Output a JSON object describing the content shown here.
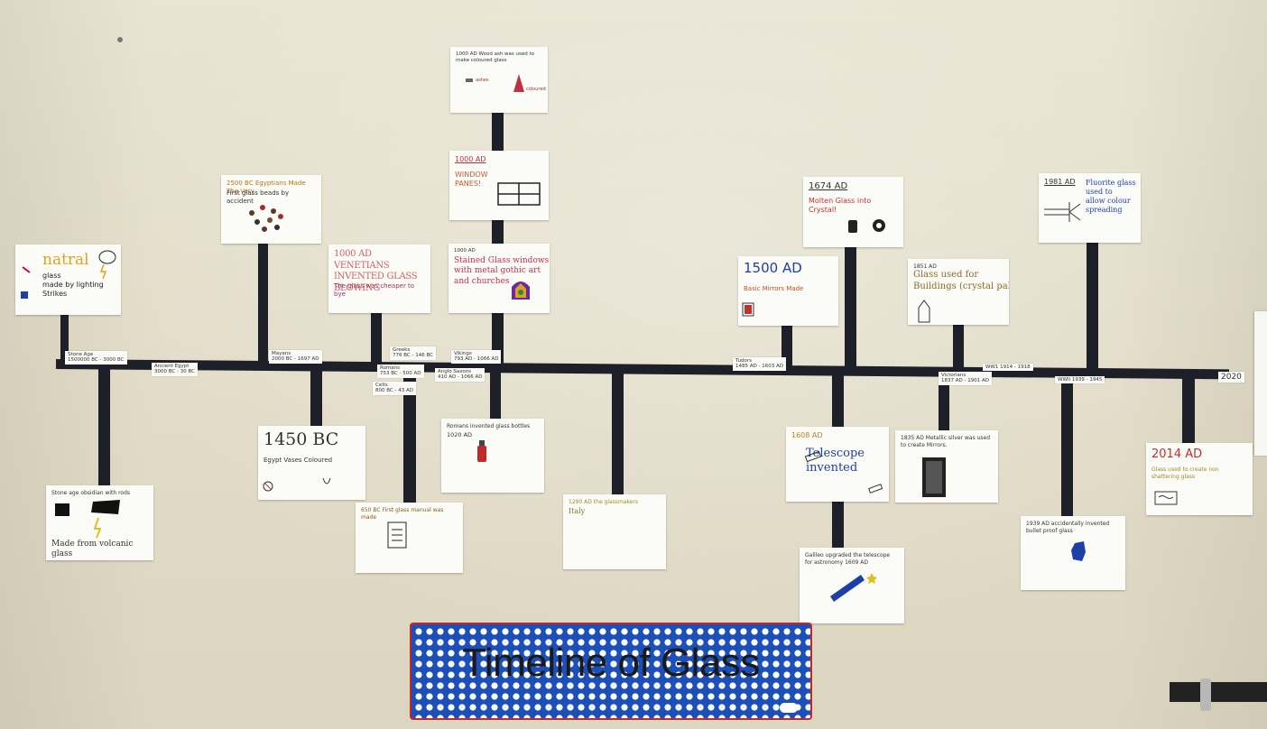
{
  "banner": {
    "title": "Timeline of Glass",
    "logo": ""
  },
  "end_label": "2020",
  "periods": [
    {
      "id": "stone-age",
      "text": "Stone Age\n1500000 BC - 3000 BC"
    },
    {
      "id": "ancient-egypt",
      "text": "Ancient Egypt\n3000 BC - 30 BC"
    },
    {
      "id": "mayans",
      "text": "Mayans\n2000 BC - 1697 AD"
    },
    {
      "id": "greeks",
      "text": "Greeks\n776 BC - 146 BC"
    },
    {
      "id": "romans",
      "text": "Romans\n753 BC - 500 AD"
    },
    {
      "id": "celts",
      "text": "Celts\n800 BC - 43 AD"
    },
    {
      "id": "vikings",
      "text": "Vikings\n793 AD - 1066 AD"
    },
    {
      "id": "anglo-saxons",
      "text": "Anglo Saxons\n410 AD - 1066 AD"
    },
    {
      "id": "tudors",
      "text": "Tudors\n1485 AD - 1603 AD"
    },
    {
      "id": "victorians",
      "text": "Victorians\n1837 AD - 1901 AD"
    },
    {
      "id": "ww1",
      "text": "WW1 1914 - 1918"
    },
    {
      "id": "ww2",
      "text": "WWII 1939 - 1945"
    }
  ],
  "cards": {
    "natural": {
      "title": "natral",
      "body": "glass\nmade by lighting\nStrikes"
    },
    "c2500bc": {
      "title": "2500 BC Egyptians Made The Very",
      "body": "First glass beads by accident"
    },
    "venetians": {
      "title": "1000 AD VENETIANS INVENTED GLASS BLOWING",
      "body": "The glass was cheaper to\nbye"
    },
    "c1000top": {
      "title": "1000 AD Wood ash was used to make coloured glass",
      "body": "ashes"
    },
    "c1000win": {
      "title": "1000 AD",
      "body": "WINDOW\nPANES!"
    },
    "c1000stain": {
      "title": "1000 AD",
      "body": "Stained Glass windows\nwith metal gothic art\nand churches"
    },
    "c1500": {
      "title": "1500 AD",
      "body": "Basic Mirrors Made"
    },
    "c1674": {
      "title": "1674 AD",
      "body": "Molten Glass into\nCrystal!"
    },
    "c1851": {
      "title": "1851 AD",
      "body": "Glass used for\nBuildings (crystal palace)"
    },
    "c1981": {
      "title": "1981 AD",
      "body": "Fluorite glass\nused to\nallow colour\nspreading"
    },
    "stoneage": {
      "title": "Stone age obsidian with rods",
      "body": "Made from volcanic glass"
    },
    "c1450bc": {
      "title": "1450 BC",
      "body": "Egypt Vases Coloured"
    },
    "c650bc": {
      "title": "650 BC First glass manual was made",
      "body": ""
    },
    "romans1020": {
      "title": "Romans invented glass bottles",
      "body": "1020 AD"
    },
    "c1290": {
      "title": "1290 AD the glassmakers",
      "body": "Italy"
    },
    "c1608": {
      "title": "1608 AD",
      "body": "Telescope\ninvented"
    },
    "galileo": {
      "title": "Galileo upgraded the telescope for astronomy 1609 AD",
      "body": ""
    },
    "c1835": {
      "title": "1835 AD Metallic silver was used to create Mirrors.",
      "body": ""
    },
    "c1939": {
      "title": "1939 AD accidentally invented bullet proof glass",
      "body": ""
    },
    "c2014": {
      "title": "2014 AD",
      "body": "Glass used to create non shattering glass"
    }
  }
}
